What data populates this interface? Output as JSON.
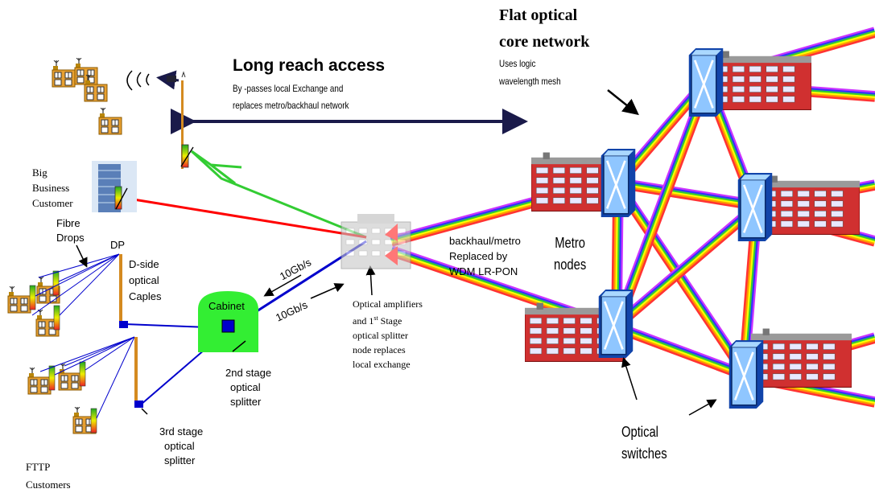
{
  "title": {
    "main": "Long reach access",
    "line1": "By -passes   local  Exchange      and",
    "line2": "replaces      metro/backhaul          network"
  },
  "core": {
    "title1": "Flat   optical",
    "title2": "core  network",
    "sub1": "Uses     logic",
    "sub2": "wavelength        mesh"
  },
  "customers": {
    "big_business": [
      "Big",
      "Business",
      "Customer"
    ],
    "fttp": [
      "FTTP",
      "Customers"
    ]
  },
  "access": {
    "fibre_drops": [
      "Fibre",
      "Drops"
    ],
    "dp": "DP",
    "dside": [
      "D-side",
      "optical",
      "Caples"
    ],
    "cabinet": "Cabinet",
    "rate1": "10Gb/s",
    "rate2": "10Gb/s",
    "splitter2": [
      "2nd stage",
      "optical",
      "splitter"
    ],
    "splitter3": [
      "3rd stage",
      "optical",
      "splitter"
    ]
  },
  "node": {
    "lines": [
      "Optical       amplifiers",
      "and    1st   Stage",
      "optical     splitter",
      "node     replaces",
      "local    exchange"
    ]
  },
  "backhaul": [
    "backhaul/metro",
    "Replaced by",
    "WDM LR-PON"
  ],
  "metro": [
    "Metro",
    "nodes"
  ],
  "switches": [
    "Optical",
    "switches"
  ],
  "colors": {
    "green_fibre": "#33cc33",
    "red_fibre": "#ff0000",
    "blue_fibre": "#0000cc",
    "cabinet_green": "#33ee33",
    "rainbow": [
      "#cc33ff",
      "#3333ff",
      "#33cc33",
      "#ffff00",
      "#ff9900",
      "#ff3333"
    ]
  }
}
